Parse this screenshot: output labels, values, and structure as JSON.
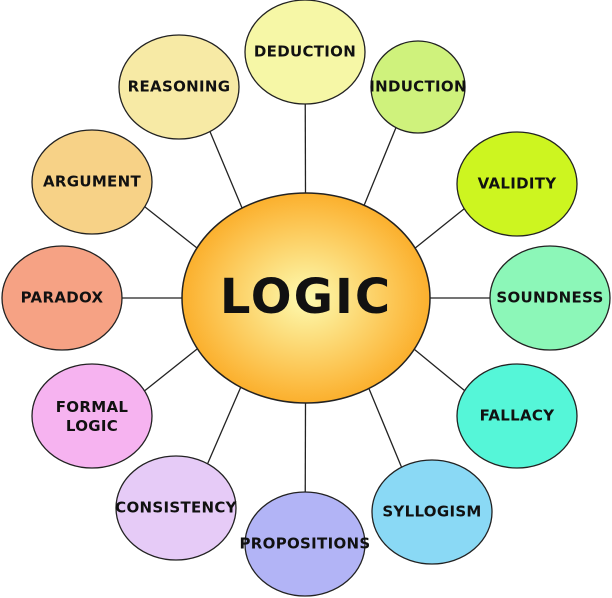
{
  "center": {
    "label": "LOGIC",
    "color_inner": "#fdfbb0",
    "color_outer": "#fba820"
  },
  "nodes": [
    {
      "label": "DEDUCTION",
      "color": "#f6f7a6"
    },
    {
      "label": "INDUCTION",
      "color": "#cff27c"
    },
    {
      "label": "VALIDITY",
      "color": "#cdf520"
    },
    {
      "label": "SOUNDNESS",
      "color": "#8cf7b8"
    },
    {
      "label": "FALLACY",
      "color": "#55f6d8"
    },
    {
      "label": "SYLLOGISM",
      "color": "#8ad9f5"
    },
    {
      "label": "PROPOSITIONS",
      "color": "#b2b4f6"
    },
    {
      "label": "CONSISTENCY",
      "color": "#e6cbf7"
    },
    {
      "label": "FORMAL LOGIC",
      "color": "#f6b3f0"
    },
    {
      "label": "PARADOX",
      "color": "#f6a284"
    },
    {
      "label": "ARGUMENT",
      "color": "#f7d287"
    },
    {
      "label": "REASONING",
      "color": "#f7eaa5"
    }
  ]
}
